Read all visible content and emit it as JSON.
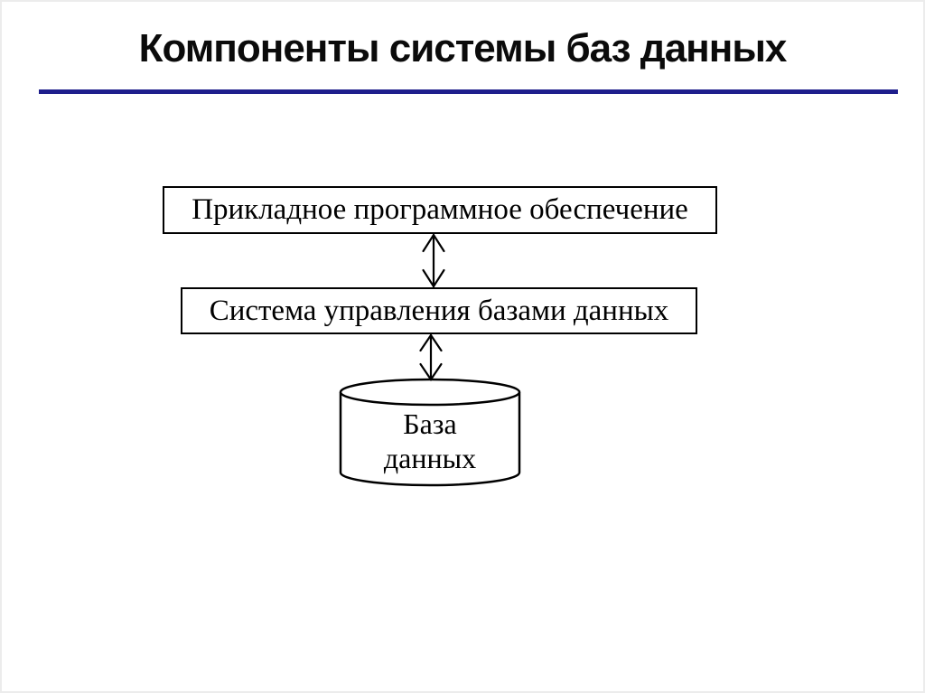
{
  "slide": {
    "title": "Компоненты системы баз данных",
    "accent_color": "#1e1e8c",
    "background_color": "#ffffff"
  },
  "diagram": {
    "application_software_box": {
      "label": "Прикладное программное обеспечение"
    },
    "dbms_box": {
      "label": "Система управления базами данных"
    },
    "database_cylinder": {
      "line1": "База",
      "line2": "данных"
    },
    "arrows": [
      {
        "icon": "double-headed-vertical-arrow",
        "from": "application_software_box",
        "to": "dbms_box"
      },
      {
        "icon": "double-headed-vertical-arrow",
        "from": "dbms_box",
        "to": "database_cylinder"
      }
    ]
  }
}
